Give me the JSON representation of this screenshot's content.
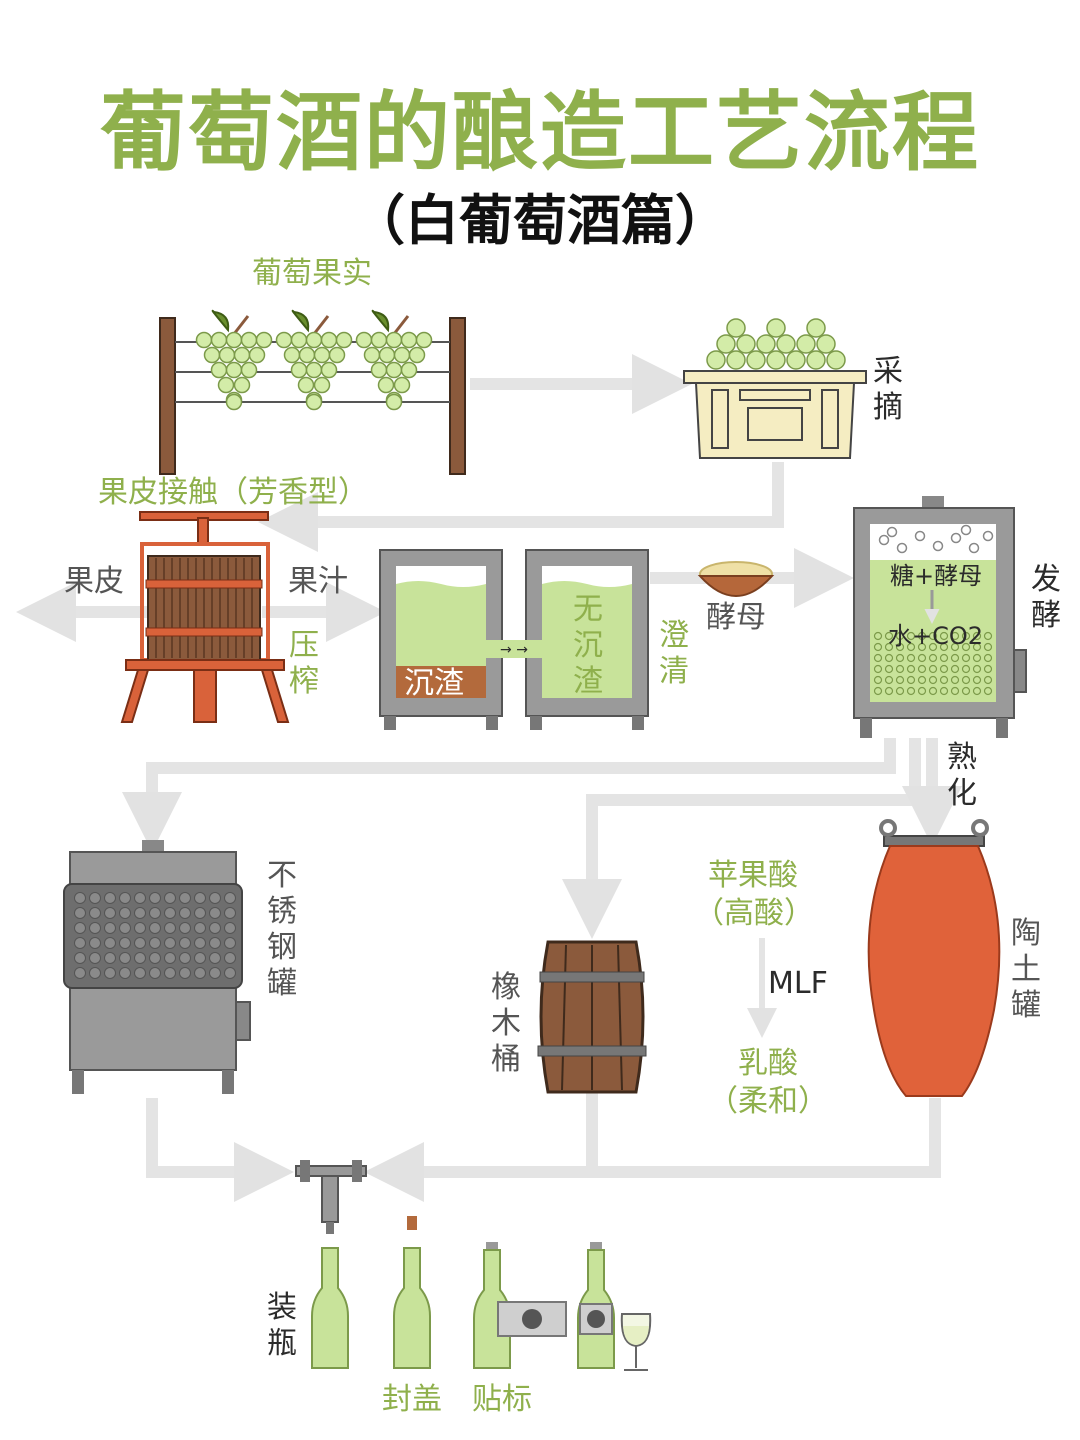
{
  "title": "葡萄酒的酿造工艺流程",
  "subtitle": "（白葡萄酒篇）",
  "labels": {
    "grapes": "葡萄果实",
    "harvest": "采摘",
    "skin_contact": "果皮接触（芳香型）",
    "skins": "果皮",
    "juice": "果汁",
    "press": "压榨",
    "sediment": "沉渣",
    "no_sediment": "无沉渣",
    "clarify": "澄清",
    "yeast": "酵母",
    "sugar_yeast": "糖+酵母",
    "water_co2": "水+CO2",
    "ferment": "发酵",
    "aging": "熟化",
    "stainless": "不锈钢罐",
    "oak": "橡木桶",
    "clay": "陶土罐",
    "malic": "苹果酸",
    "malic_note": "（高酸）",
    "mlf": "MLF",
    "lactic": "乳酸",
    "lactic_note": "（柔和）",
    "bottling": "装瓶",
    "capping": "封盖",
    "labeling": "贴标"
  },
  "colors": {
    "title_green": "#8fb04c",
    "juice_green": "#c8e39a",
    "wood": "#8b5a3c",
    "clay": "#e0623a",
    "steel": "#8e8e8e",
    "arrow": "#e4e4e4"
  }
}
